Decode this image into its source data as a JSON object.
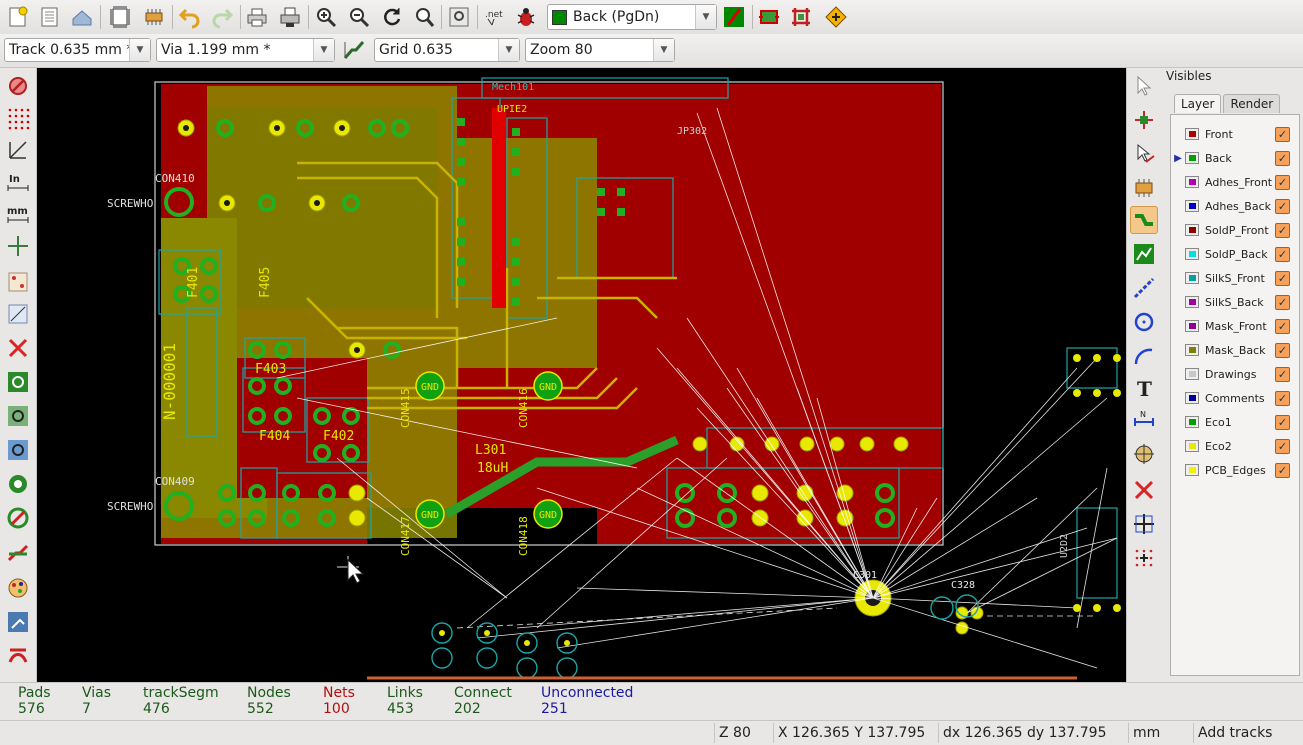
{
  "toolbar": {
    "layer_select": "Back (PgDn)",
    "layer_color": "#008800"
  },
  "toolbar2": {
    "track_width": "Track 0.635 mm *",
    "via_size": "Via 1.199 mm *",
    "grid": "Grid 0.635",
    "zoom": "Zoom 80"
  },
  "visibles": {
    "title": "Visibles",
    "tab_layer": "Layer",
    "tab_render": "Render",
    "layers": [
      {
        "name": "Front",
        "color": "#b00000",
        "active": false
      },
      {
        "name": "Back",
        "color": "#00a000",
        "active": true
      },
      {
        "name": "Adhes_Front",
        "color": "#b000b0",
        "active": false
      },
      {
        "name": "Adhes_Back",
        "color": "#0000c0",
        "active": false
      },
      {
        "name": "SoldP_Front",
        "color": "#900000",
        "active": false
      },
      {
        "name": "SoldP_Back",
        "color": "#00e0e0",
        "active": false
      },
      {
        "name": "SilkS_Front",
        "color": "#00a0a0",
        "active": false
      },
      {
        "name": "SilkS_Back",
        "color": "#a000a0",
        "active": false
      },
      {
        "name": "Mask_Front",
        "color": "#900090",
        "active": false
      },
      {
        "name": "Mask_Back",
        "color": "#808000",
        "active": false
      },
      {
        "name": "Drawings",
        "color": "#c8c8c8",
        "active": false
      },
      {
        "name": "Comments",
        "color": "#0000a0",
        "active": false
      },
      {
        "name": "Eco1",
        "color": "#00a000",
        "active": false
      },
      {
        "name": "Eco2",
        "color": "#e8e800",
        "active": false
      },
      {
        "name": "PCB_Edges",
        "color": "#f0f000",
        "active": false
      }
    ]
  },
  "stats": {
    "pads_label": "Pads",
    "pads": "576",
    "vias_label": "Vias",
    "vias": "7",
    "track_label": "trackSegm",
    "track": "476",
    "nodes_label": "Nodes",
    "nodes": "552",
    "nets_label": "Nets",
    "nets": "100",
    "links_label": "Links",
    "links": "453",
    "connect_label": "Connect",
    "connect": "202",
    "unconnected_label": "Unconnected",
    "unconnected": "251"
  },
  "statusbar": {
    "zoom": "Z 80",
    "xy": "X 126.365  Y 137.795",
    "dxy": "dx 126.365  dy 137.795",
    "units": "mm",
    "mode": "Add tracks"
  },
  "board": {
    "ref_con410": "CON410",
    "ref_con409": "CON409",
    "screwhole_a": "SCREWHO",
    "screwhole_b": "SCREWHO",
    "ref_f401": "F401",
    "ref_f405": "F405",
    "ref_f403": "F403",
    "ref_f404": "F404",
    "ref_f402": "F402",
    "ref_l301": "L301",
    "val_l301": "18uH",
    "ref_con415": "CON415",
    "ref_con416": "CON416",
    "ref_con417": "CON417",
    "ref_con418": "CON418",
    "gnd": "GND",
    "ref_u2d2": "U2D2",
    "ref_mech": "Mech101",
    "ref_jp302": "JP302",
    "ref_ic": "UPIE2",
    "ref_c301": "C301",
    "ref_c328": "C328",
    "n_label": "N-000001"
  }
}
